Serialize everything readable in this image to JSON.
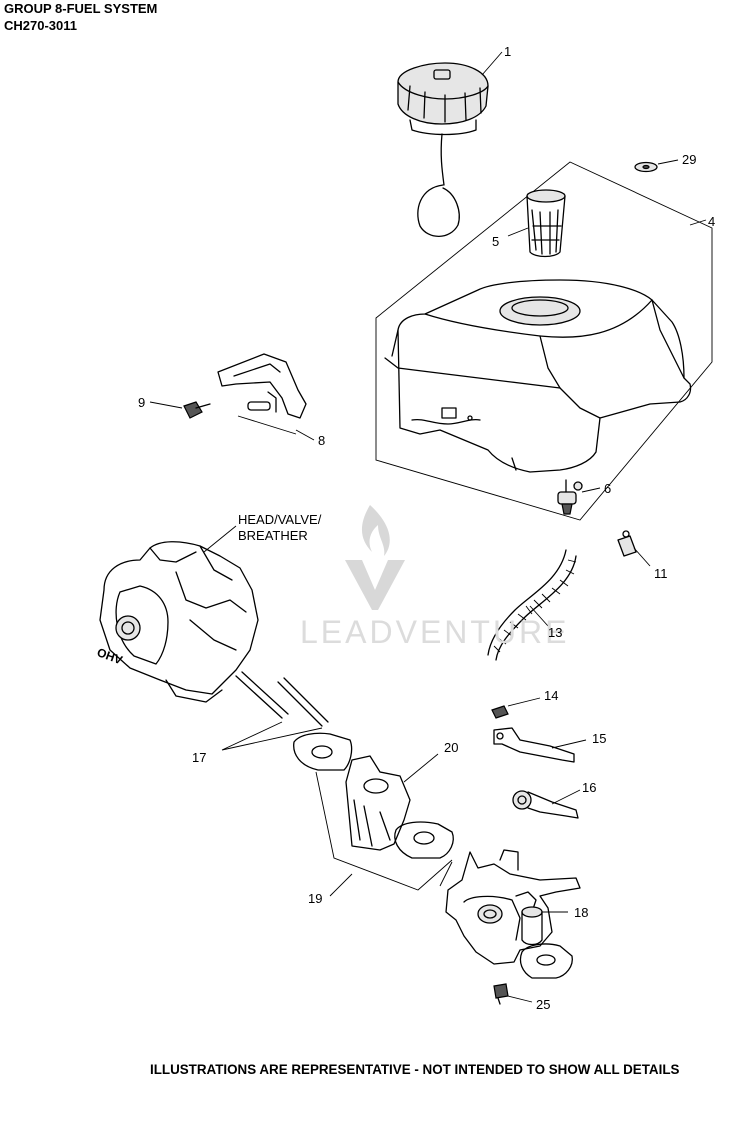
{
  "header": {
    "title": "GROUP 8-FUEL SYSTEM",
    "model": "CH270-3011"
  },
  "callouts": {
    "c1": "1",
    "c29": "29",
    "c4": "4",
    "c5": "5",
    "c9": "9",
    "c8": "8",
    "c6": "6",
    "c11": "11",
    "c13": "13",
    "c14": "14",
    "c15": "15",
    "c16": "16",
    "c17": "17",
    "c20": "20",
    "c19": "19",
    "c18": "18",
    "c25": "25",
    "head_line1": "HEAD/VALVE/",
    "head_line2": "BREATHER"
  },
  "watermark": "LEADVENTURE",
  "footer": "ILLUSTRATIONS ARE REPRESENTATIVE - NOT INTENDED TO SHOW ALL DETAILS"
}
